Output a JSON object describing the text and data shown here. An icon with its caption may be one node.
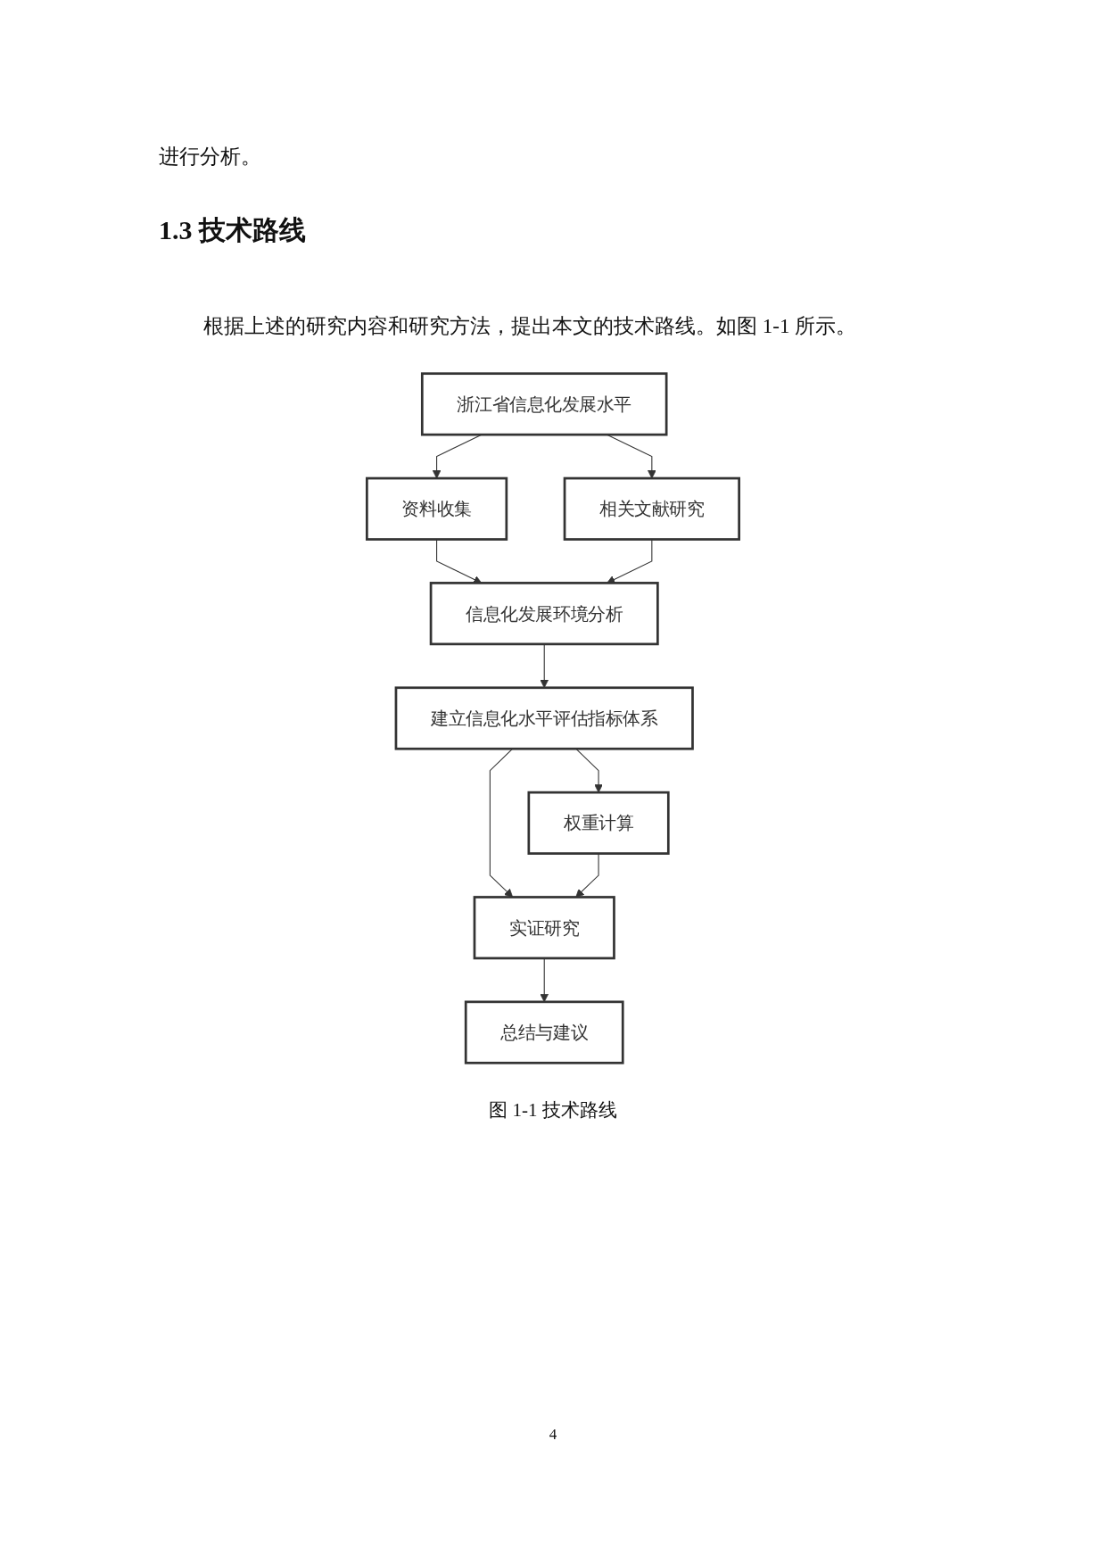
{
  "diagram": {
    "title": "1.3 技术路线",
    "caption": "图 1-1 技术路线",
    "nodes": [
      {
        "text": [
          "浙江省信息化发展水平"
        ]
      },
      {
        "text": [
          "资料收集"
        ]
      },
      {
        "text": [
          "相关文献研究"
        ]
      },
      {
        "text": [
          "信息化发展环境分析"
        ]
      },
      {
        "text": [
          "建立信息化水平评估指标体系"
        ]
      },
      {
        "text": [
          "权重计算"
        ]
      },
      {
        "text": [
          "实证研究"
        ]
      },
      {
        "text": [
          "总结与建议"
        ]
      }
    ],
    "edges": [
      {
        "from": 0,
        "to": 1,
        "arrow": "to"
      },
      {
        "from": 0,
        "to": 2,
        "arrow": "to"
      },
      {
        "from": 1,
        "to": 3,
        "arrow": "to"
      },
      {
        "from": 2,
        "to": 3,
        "arrow": "to"
      },
      {
        "from": 3,
        "to": 4,
        "arrow": "to"
      },
      {
        "from": 4,
        "to": 5,
        "arrow": "to"
      },
      {
        "from": 4,
        "to": 6,
        "arrow": "to"
      },
      {
        "from": 5,
        "to": 6,
        "arrow": "to"
      },
      {
        "from": 6,
        "to": 7,
        "arrow": "to"
      }
    ],
    "labels": [
      "进行分析。",
      "根据上述的研究内容和研究方法，提出本文的技术路线。如图 1-1 所示。",
      "4"
    ]
  }
}
